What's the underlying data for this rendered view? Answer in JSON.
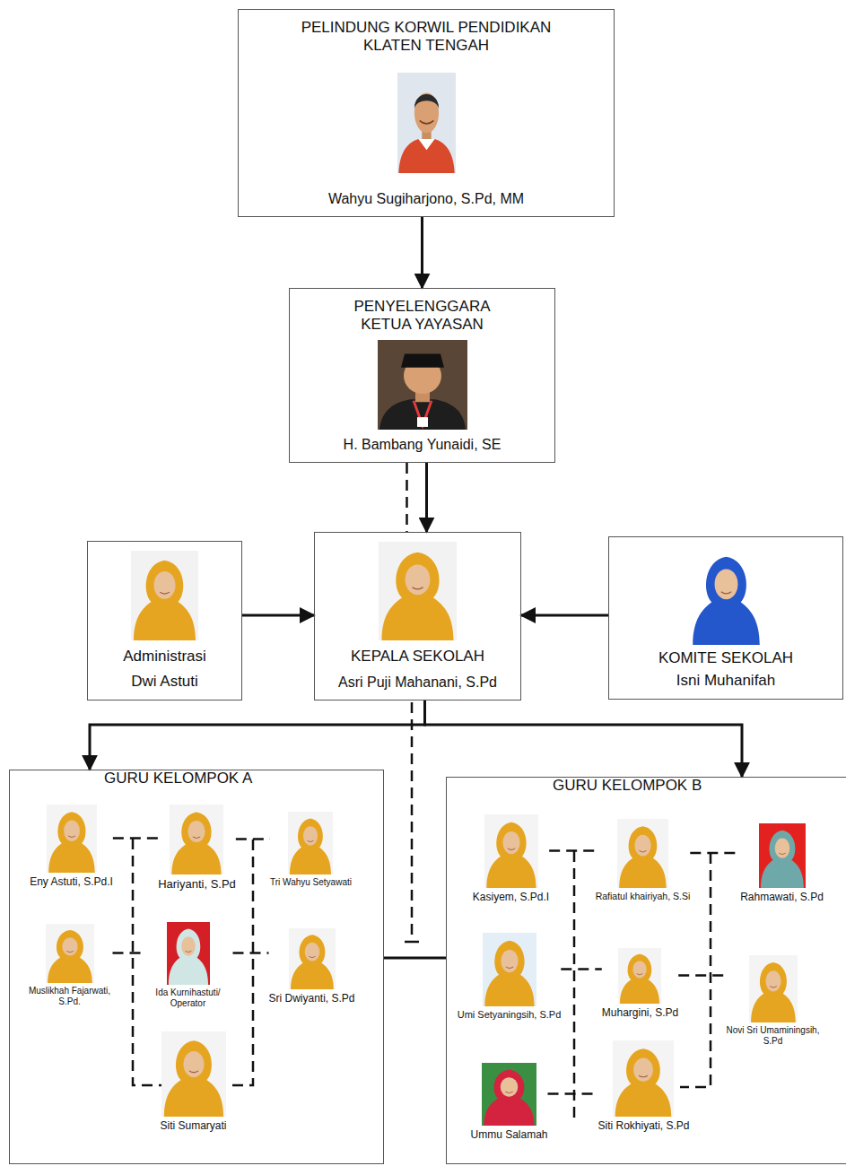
{
  "diagram": {
    "nodes": [
      {
        "text": [
          "PELINDUNG KORWIL PENDIDIKAN KLATEN TENGAH",
          "Wahyu Sugiharjono, S.Pd, MM"
        ]
      },
      {
        "text": [
          "PENYELENGGARA KETUA YAYASAN",
          "H. Bambang Yunaidi, SE"
        ]
      },
      {
        "text": [
          "Administrasi",
          "Dwi Astuti"
        ]
      },
      {
        "text": [
          "KEPALA SEKOLAH",
          "Asri Puji Mahanani, S.Pd"
        ]
      },
      {
        "text": [
          "KOMITE SEKOLAH",
          "Isni Muhanifah"
        ]
      },
      {
        "text": [
          "GURU KELOMPOK A"
        ]
      },
      {
        "text": [
          "Eny Astuti, S.Pd.I"
        ],
        "in": 5
      },
      {
        "text": [
          "Hariyanti, S.Pd"
        ],
        "in": 5
      },
      {
        "text": [
          "Tri Wahyu Setyawati"
        ],
        "in": 5
      },
      {
        "text": [
          "Muslikhah Fajarwati, S.Pd."
        ],
        "in": 5
      },
      {
        "text": [
          "Ida Kurnihastuti/ Operator"
        ],
        "in": 5
      },
      {
        "text": [
          "Sri Dwiyanti, S.Pd"
        ],
        "in": 5
      },
      {
        "text": [
          "Siti Sumaryati"
        ],
        "in": 5
      },
      {
        "text": [
          "GURU KELOMPOK B"
        ]
      },
      {
        "text": [
          "Kasiyem, S.Pd.I"
        ],
        "in": 13
      },
      {
        "text": [
          "Rafiatul khairiyah, S.Si"
        ],
        "in": 13
      },
      {
        "text": [
          "Rahmawati, S.Pd"
        ],
        "in": 13
      },
      {
        "text": [
          "Umi Setyaningsih, S.Pd"
        ],
        "in": 13
      },
      {
        "text": [
          "Muhargini, S.Pd"
        ],
        "in": 13
      },
      {
        "text": [
          "Novi Sri Umaminingsih, S.Pd"
        ],
        "in": 13
      },
      {
        "text": [
          "Ummu Salamah"
        ],
        "in": 13
      },
      {
        "text": [
          "Siti Rokhiyati, S.Pd"
        ],
        "in": 13
      }
    ],
    "edges": [
      {
        "from": 0,
        "to": 1,
        "arrow": "to"
      },
      {
        "from": 1,
        "to": 3,
        "arrow": "to"
      },
      {
        "from": 1,
        "to": 3,
        "arrow": "none"
      },
      {
        "from": 2,
        "to": 3,
        "arrow": "to"
      },
      {
        "from": 4,
        "to": 3,
        "arrow": "to"
      },
      {
        "from": 3,
        "to": 5,
        "arrow": "to"
      },
      {
        "from": 3,
        "to": 13,
        "arrow": "to"
      },
      {
        "from": 5,
        "to": 13,
        "arrow": "none"
      },
      {
        "from": 6,
        "to": 7,
        "arrow": "none"
      },
      {
        "from": 7,
        "to": 8,
        "arrow": "none"
      },
      {
        "from": 9,
        "to": 10,
        "arrow": "none"
      },
      {
        "from": 10,
        "to": 11,
        "arrow": "none"
      },
      {
        "from": 14,
        "to": 15,
        "arrow": "none"
      },
      {
        "from": 15,
        "to": 16,
        "arrow": "none"
      },
      {
        "from": 17,
        "to": 18,
        "arrow": "none"
      },
      {
        "from": 18,
        "to": 19,
        "arrow": "none"
      },
      {
        "from": 20,
        "to": 21,
        "arrow": "none"
      }
    ]
  }
}
